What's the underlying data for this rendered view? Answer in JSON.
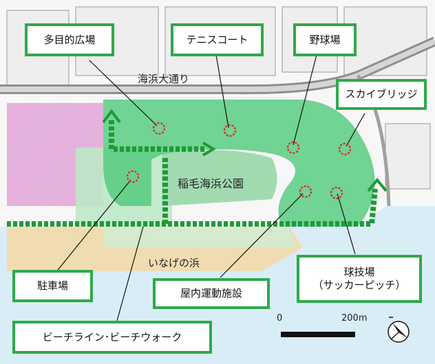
{
  "labels": {
    "tamokuteki": "多目的広場",
    "tennis": "テニスコート",
    "yakyu": "野球場",
    "skybridge": "スカイブリッジ",
    "chusha": "駐車場",
    "okunai": "屋内運動施設",
    "kyugi": "球技場\n（サッカーピッチ）",
    "beach_line": "ビーチライン･ビーチウォーク"
  },
  "map_text": {
    "road": "海浜大通り",
    "park": "稲毛海浜公園",
    "beach": "いなげの浜"
  },
  "scale": {
    "start": "0",
    "end": "200m"
  },
  "compass_icon": "north-arrow-icon",
  "colors": {
    "park_green": "#4fc97a",
    "route_green": "#1f9a3a",
    "callout_border": "#2eaa4a",
    "pink_area": "#e7a5dc",
    "beach_sand": "#f3d9a8",
    "sea": "#d9edf7",
    "marker_red": "#e8231f"
  }
}
